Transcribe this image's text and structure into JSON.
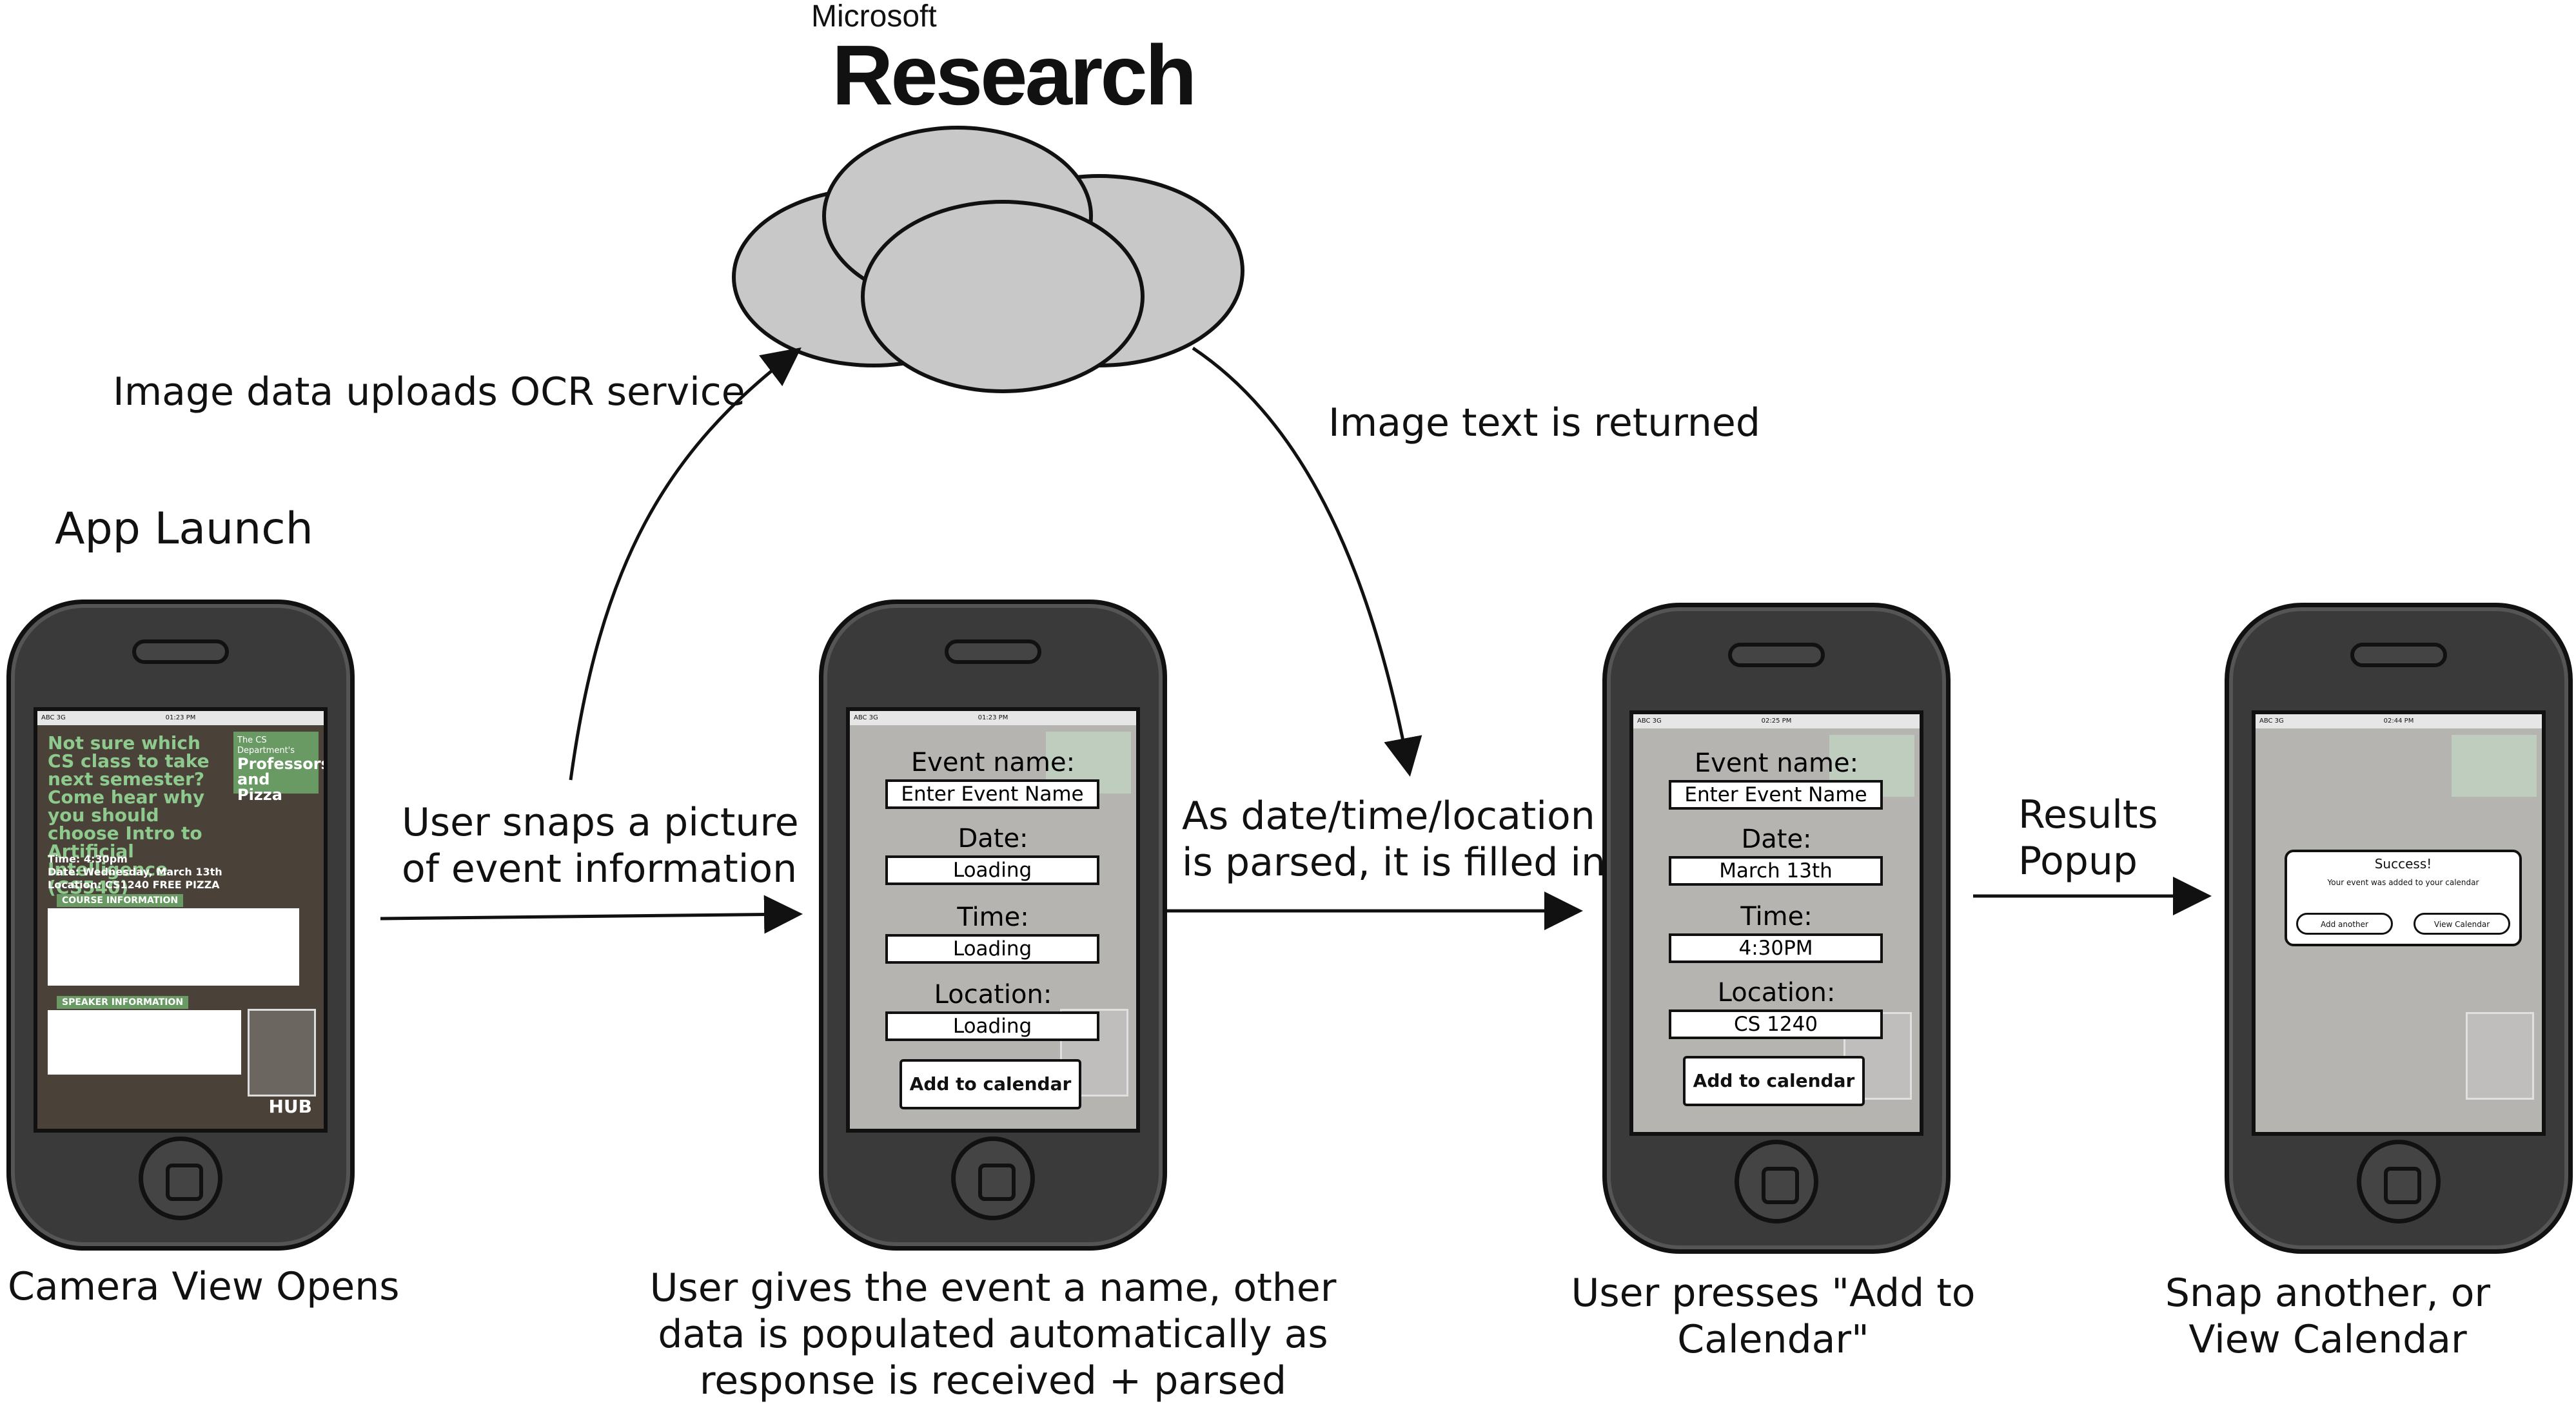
{
  "brand": {
    "line1": "Microsoft",
    "line2": "Research"
  },
  "labels": {
    "app_launch": "App Launch",
    "upload": "Image data uploads OCR service",
    "returned": "Image text is returned",
    "snap_l1": "User snaps a picture",
    "snap_l2": "of event information",
    "parsed_l1": "As date/time/location",
    "parsed_l2": "is parsed, it is filled in",
    "results_l1": "Results",
    "results_l2": "Popup"
  },
  "captions": {
    "c1": "Camera View Opens",
    "c2_l1": "User gives the event a name, other",
    "c2_l2": "data is populated automatically as",
    "c2_l3": "response is received + parsed",
    "c3_l1": "User presses \"Add to",
    "c3_l2": "Calendar\"",
    "c4_l1": "Snap another, or",
    "c4_l2": "View Calendar"
  },
  "status": {
    "carrier": "ABC 3G",
    "time1": "01:23 PM",
    "time2": "01:23 PM",
    "time3": "02:25 PM",
    "time4": "02:44 PM"
  },
  "poster": {
    "headline": "Not sure which CS class to take next semester? Come hear why you should choose Intro to Artificial Intelligence (CS540)",
    "badge_small": "The CS Department's",
    "badge_big": "Professors and Pizza",
    "time": "Time:  4:30pm",
    "date": "Date:  Wednesday, March 13th",
    "location": "Location: CS1240 FREE PIZZA",
    "course": "COURSE INFORMATION",
    "speaker": "SPEAKER INFORMATION",
    "logo": "HUB"
  },
  "form": {
    "name_label": "Event name:",
    "name_placeholder": "Enter Event Name",
    "date_label": "Date:",
    "time_label": "Time:",
    "location_label": "Location:",
    "loading": "Loading",
    "date_value": "March 13th",
    "time_value": "4:30PM",
    "location_value": "CS 1240",
    "add_button": "Add to calendar"
  },
  "popup": {
    "title": "Success!",
    "message": "Your event was added to your calendar",
    "btn_another": "Add another",
    "btn_view": "View Calendar"
  }
}
